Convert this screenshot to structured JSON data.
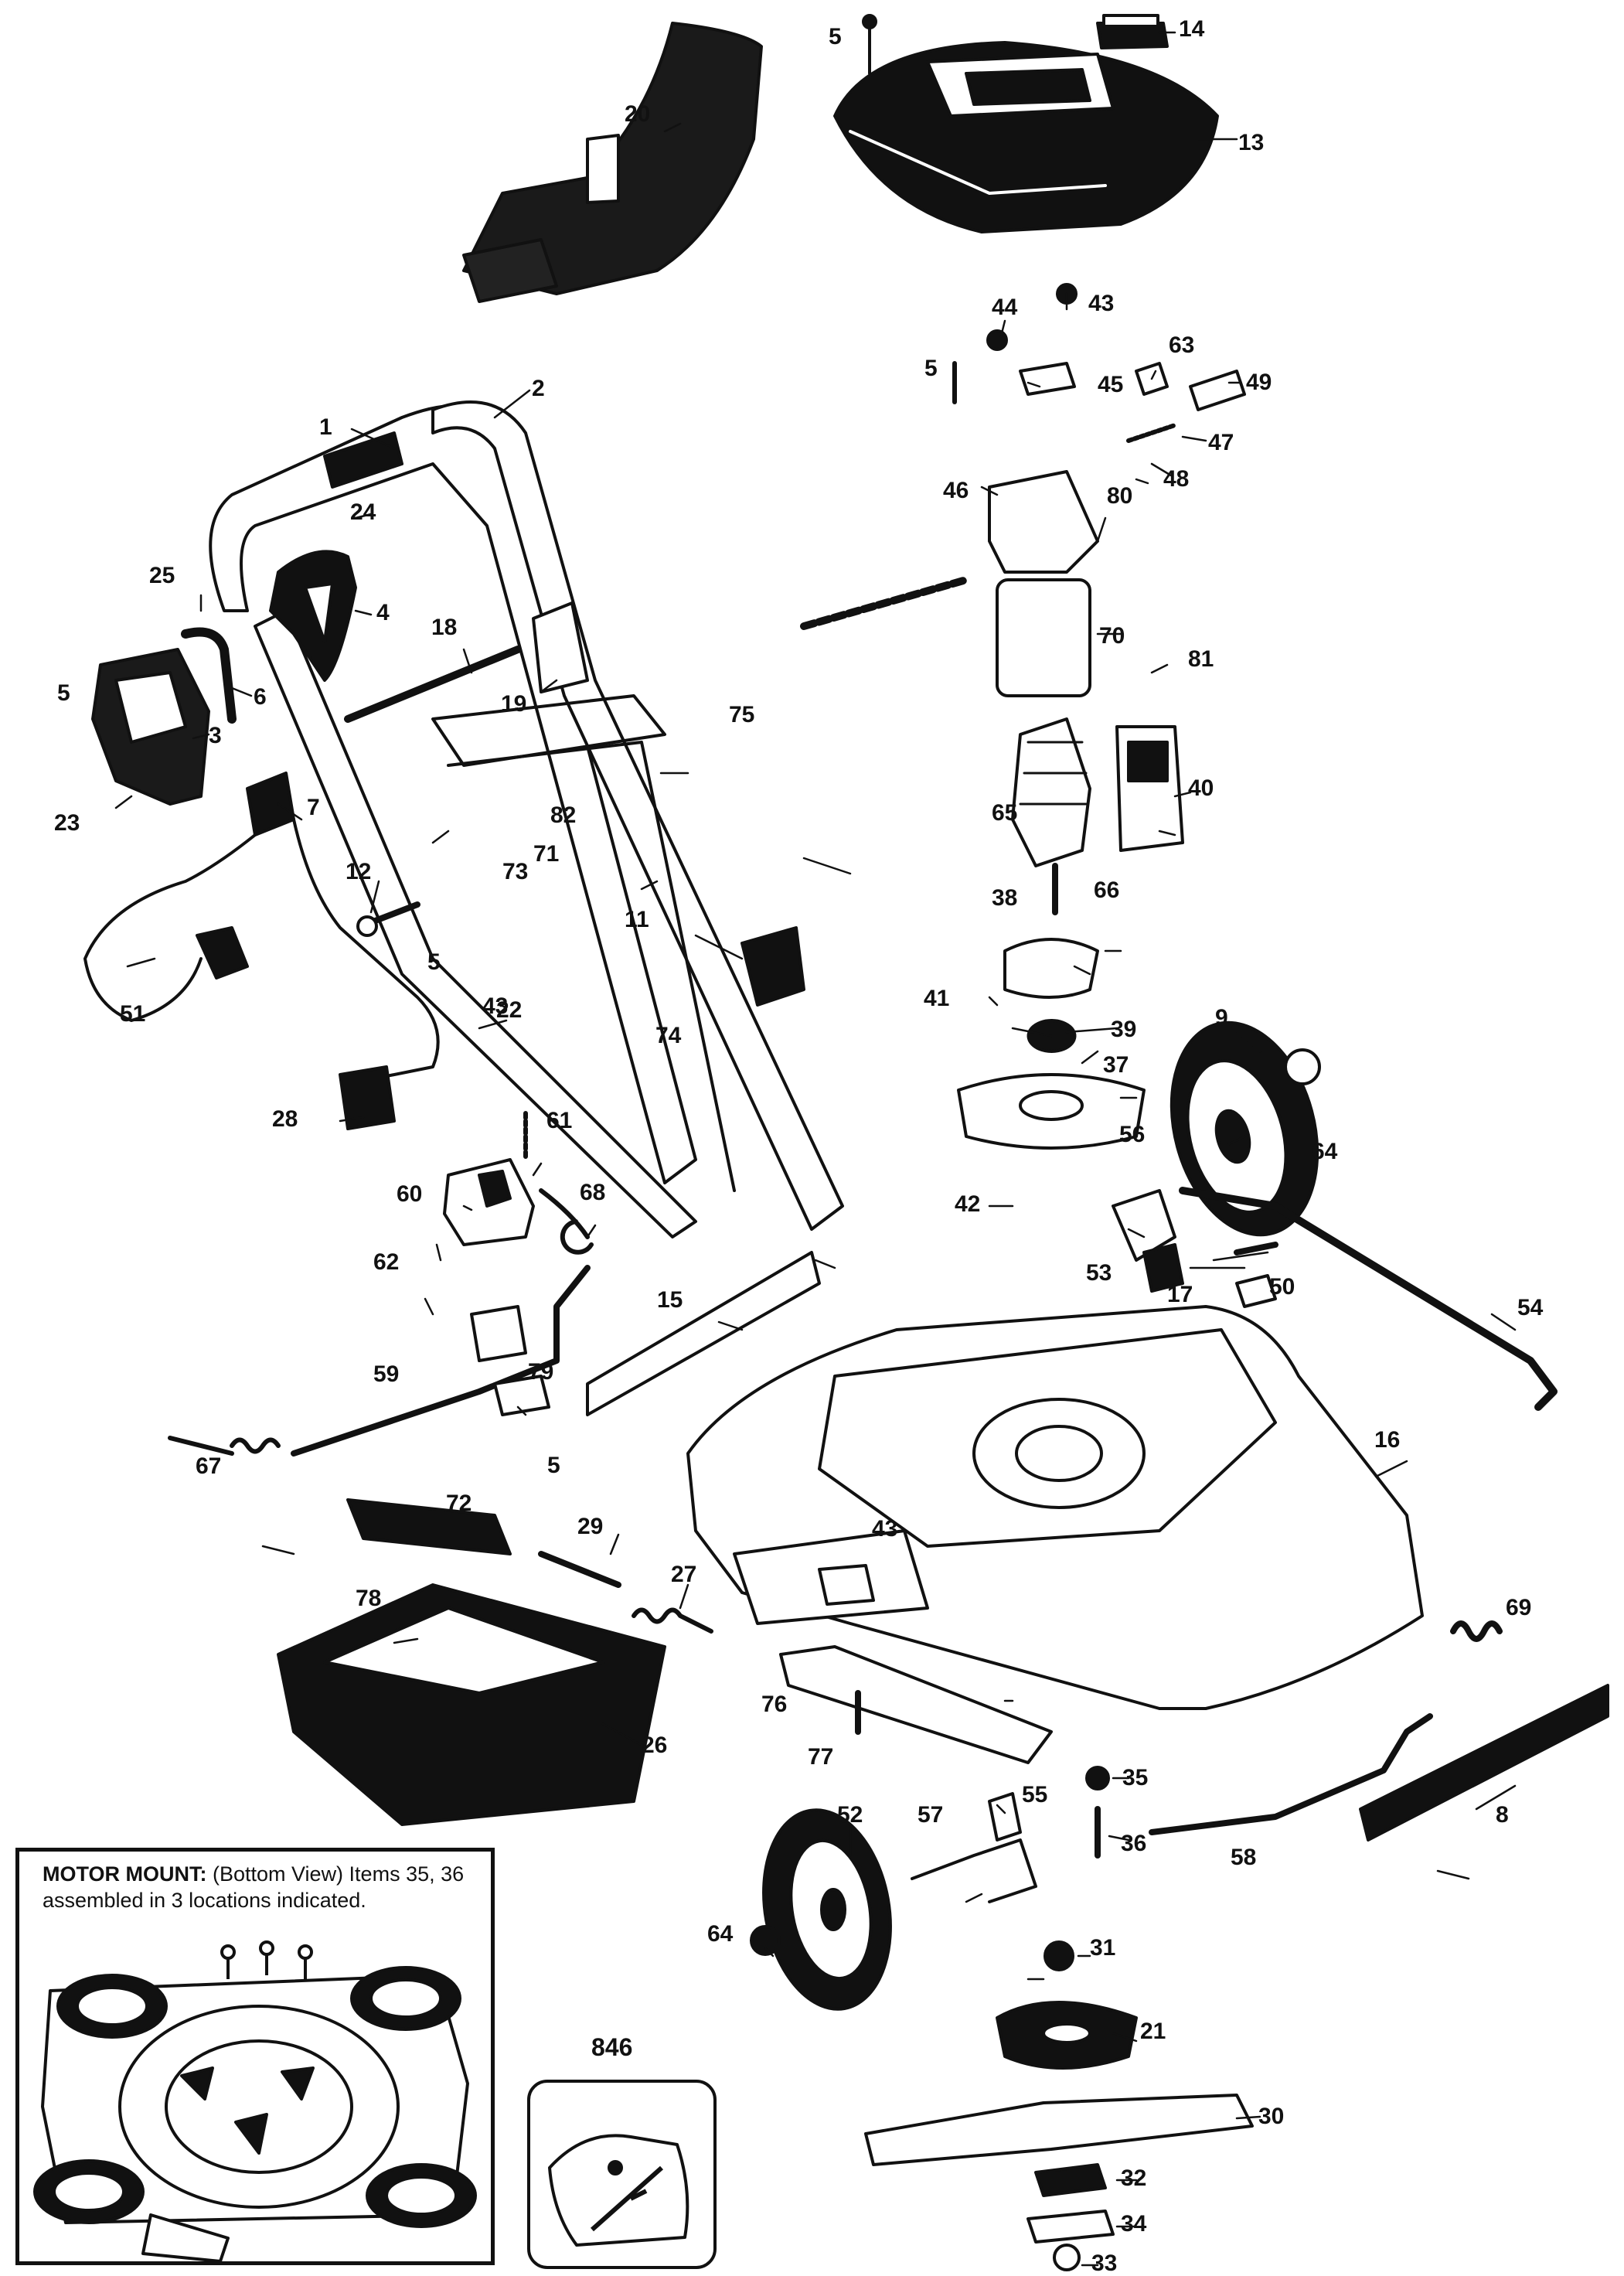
{
  "labels": [
    {
      "id": "1",
      "text": "1"
    },
    {
      "id": "2",
      "text": "2"
    },
    {
      "id": "3",
      "text": "3"
    },
    {
      "id": "4",
      "text": "4"
    },
    {
      "id": "5a",
      "text": "5"
    },
    {
      "id": "5b",
      "text": "5"
    },
    {
      "id": "5c",
      "text": "5"
    },
    {
      "id": "5d",
      "text": "5"
    },
    {
      "id": "5e",
      "text": "5"
    },
    {
      "id": "6",
      "text": "6"
    },
    {
      "id": "7",
      "text": "7"
    },
    {
      "id": "8",
      "text": "8"
    },
    {
      "id": "9",
      "text": "9"
    },
    {
      "id": "11",
      "text": "11"
    },
    {
      "id": "12",
      "text": "12"
    },
    {
      "id": "13",
      "text": "13"
    },
    {
      "id": "14",
      "text": "14"
    },
    {
      "id": "15",
      "text": "15"
    },
    {
      "id": "16",
      "text": "16"
    },
    {
      "id": "17",
      "text": "17"
    },
    {
      "id": "18",
      "text": "18"
    },
    {
      "id": "19",
      "text": "19"
    },
    {
      "id": "20",
      "text": "20"
    },
    {
      "id": "21",
      "text": "21"
    },
    {
      "id": "22",
      "text": "22"
    },
    {
      "id": "23",
      "text": "23"
    },
    {
      "id": "24",
      "text": "24"
    },
    {
      "id": "25",
      "text": "25"
    },
    {
      "id": "26",
      "text": "26"
    },
    {
      "id": "27",
      "text": "27"
    },
    {
      "id": "28",
      "text": "28"
    },
    {
      "id": "29",
      "text": "29"
    },
    {
      "id": "30",
      "text": "30"
    },
    {
      "id": "31",
      "text": "31"
    },
    {
      "id": "32",
      "text": "32"
    },
    {
      "id": "33",
      "text": "33"
    },
    {
      "id": "34",
      "text": "34"
    },
    {
      "id": "35",
      "text": "35"
    },
    {
      "id": "36",
      "text": "36"
    },
    {
      "id": "37",
      "text": "37"
    },
    {
      "id": "38",
      "text": "38"
    },
    {
      "id": "39",
      "text": "39"
    },
    {
      "id": "40",
      "text": "40"
    },
    {
      "id": "41",
      "text": "41"
    },
    {
      "id": "42",
      "text": "42"
    },
    {
      "id": "43a",
      "text": "43"
    },
    {
      "id": "43b",
      "text": "43"
    },
    {
      "id": "43c",
      "text": "43"
    },
    {
      "id": "44",
      "text": "44"
    },
    {
      "id": "45",
      "text": "45"
    },
    {
      "id": "46",
      "text": "46"
    },
    {
      "id": "47",
      "text": "47"
    },
    {
      "id": "48",
      "text": "48"
    },
    {
      "id": "49",
      "text": "49"
    },
    {
      "id": "50",
      "text": "50"
    },
    {
      "id": "51",
      "text": "51"
    },
    {
      "id": "52",
      "text": "52"
    },
    {
      "id": "53",
      "text": "53"
    },
    {
      "id": "54",
      "text": "54"
    },
    {
      "id": "55",
      "text": "55"
    },
    {
      "id": "56",
      "text": "56"
    },
    {
      "id": "57",
      "text": "57"
    },
    {
      "id": "58",
      "text": "58"
    },
    {
      "id": "59",
      "text": "59"
    },
    {
      "id": "60",
      "text": "60"
    },
    {
      "id": "61",
      "text": "61"
    },
    {
      "id": "62",
      "text": "62"
    },
    {
      "id": "63",
      "text": "63"
    },
    {
      "id": "64a",
      "text": "64"
    },
    {
      "id": "64b",
      "text": "64"
    },
    {
      "id": "65",
      "text": "65"
    },
    {
      "id": "66",
      "text": "66"
    },
    {
      "id": "67",
      "text": "67"
    },
    {
      "id": "68",
      "text": "68"
    },
    {
      "id": "69",
      "text": "69"
    },
    {
      "id": "70",
      "text": "70"
    },
    {
      "id": "71",
      "text": "71"
    },
    {
      "id": "72",
      "text": "72"
    },
    {
      "id": "73",
      "text": "73"
    },
    {
      "id": "74",
      "text": "74"
    },
    {
      "id": "75",
      "text": "75"
    },
    {
      "id": "76",
      "text": "76"
    },
    {
      "id": "77",
      "text": "77"
    },
    {
      "id": "78",
      "text": "78"
    },
    {
      "id": "79",
      "text": "79"
    },
    {
      "id": "80",
      "text": "80"
    },
    {
      "id": "81",
      "text": "81"
    },
    {
      "id": "82",
      "text": "82"
    },
    {
      "id": "846",
      "text": "846"
    }
  ],
  "inset": {
    "title": "MOTOR MOUNT:",
    "caption": "(Bottom View) Items 35, 36 assembled in 3 locations indicated."
  },
  "colors": {
    "ink": "#111111",
    "paper": "#ffffff"
  }
}
